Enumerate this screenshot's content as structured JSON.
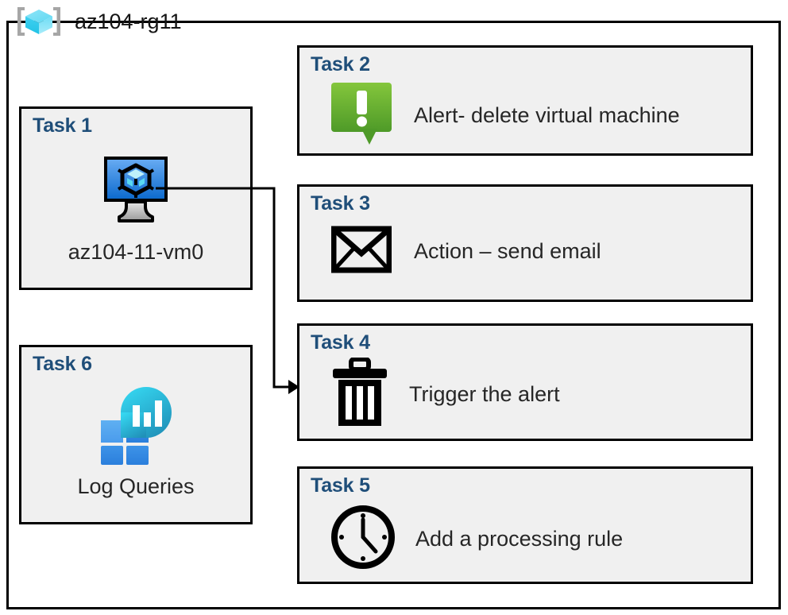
{
  "resource_group": {
    "icon": "resource-group-icon",
    "label": "az104-rg11"
  },
  "colors": {
    "task_title": "#1F4E79",
    "box_fill": "#F0F0F0",
    "box_border": "#000000",
    "alert_green_light": "#7DC142",
    "alert_green_dark": "#4E9A28",
    "vm_blue_light": "#57A0EE",
    "vm_blue_dark": "#0F6CCE",
    "log_cyan": "#32D3EE",
    "log_teal": "#2395B9",
    "log_square_light": "#52A7F0",
    "log_square_dark": "#2E8AE0",
    "rg_cube_light": "#9FE8F7",
    "rg_cube_dark": "#35C6E8",
    "rg_bracket": "#A6A6A6"
  },
  "tasks": [
    {
      "id": "task1",
      "title": "Task 1",
      "icon": "virtual-machine-icon",
      "caption": "az104-11-vm0",
      "layout": "stacked"
    },
    {
      "id": "task2",
      "title": "Task 2",
      "icon": "alert-bubble-icon",
      "text": "Alert- delete virtual machine",
      "layout": "inline"
    },
    {
      "id": "task3",
      "title": "Task 3",
      "icon": "envelope-icon",
      "text": "Action – send email",
      "layout": "inline"
    },
    {
      "id": "task4",
      "title": "Task 4",
      "icon": "trash-can-icon",
      "text": "Trigger the alert",
      "layout": "inline"
    },
    {
      "id": "task5",
      "title": "Task 5",
      "icon": "clock-icon",
      "text": "Add a processing rule",
      "layout": "inline"
    },
    {
      "id": "task6",
      "title": "Task 6",
      "icon": "log-queries-icon",
      "caption": "Log Queries",
      "layout": "stacked"
    }
  ],
  "connector": {
    "name": "vm-to-task4-connector",
    "from": "task1-virtual-machine-icon",
    "to": "task4",
    "arrow": "arrowhead-right"
  }
}
